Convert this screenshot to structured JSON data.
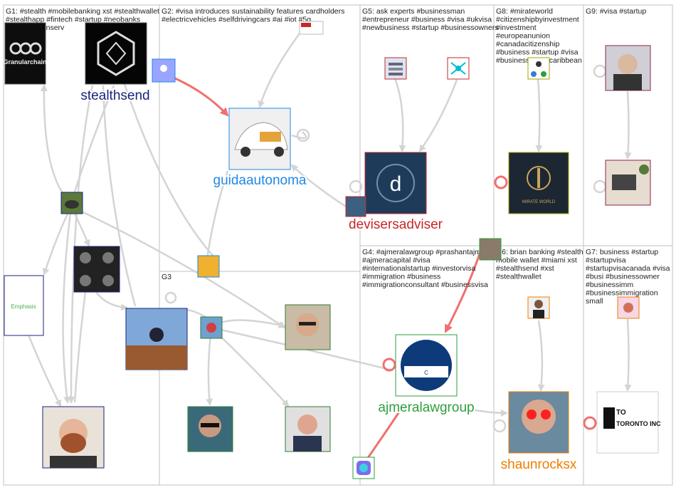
{
  "groups": [
    {
      "id": "G1",
      "lines": [
        "G1: #stealth #mobilebanking xst #stealthwallet",
        "#stealthapp #fintech #startup #neobanks",
        "#banking #finserv"
      ]
    },
    {
      "id": "G2",
      "lines": [
        "G2: #visa introduces sustainability features cardholders",
        "#electricvehicles #selfdrivingcars #ai #iot #5g"
      ]
    },
    {
      "id": "G5",
      "lines": [
        "G5: ask experts #businessman",
        "#entrepreneur #business #visa #ukvisa",
        "#newbusiness #startup #businessowners"
      ]
    },
    {
      "id": "G8",
      "lines": [
        "G8: #mirateworld",
        "#citizenshipbyinvestment",
        "#investment",
        "#europeanunion",
        "#canadacitizenship",
        "#business #startup #visa",
        "#businessvisa #caribbean"
      ]
    },
    {
      "id": "G9",
      "lines": [
        "G9: #visa #startup"
      ]
    },
    {
      "id": "G3",
      "lines": [
        "G3"
      ]
    },
    {
      "id": "G4",
      "lines": [
        "G4: #ajmeralawgroup #prashantajmera",
        "#ajmeracapital #visa",
        "#internationalstartup #investorvisa",
        "#immigration #business",
        "#immigrationconsultant #businessvisa"
      ]
    },
    {
      "id": "G6",
      "lines": [
        "G6: brian banking #stealth",
        "mobile wallet #miami xst",
        "#stealthsend #xst",
        "#stealthwallet"
      ]
    },
    {
      "id": "G7",
      "lines": [
        "G7: business #startup",
        "#startupvisa",
        "#startupvisacanada #visa",
        "#busi #businessowner",
        "#businessimm",
        "#businessimmigration",
        "small"
      ]
    }
  ],
  "node_labels": {
    "stealthsend": "stealthsend",
    "guidaautonoma": "guidaautonoma",
    "devisersadviser": "devisersadviser",
    "ajmeralawgroup": "ajmeralawgroup",
    "shaunrocksx": "shaunrocksx"
  },
  "logo_text": {
    "granularchain": "Granularchain",
    "emphasis": "Emphasis",
    "toronto": "TORONTO INC",
    "toronto_to": "TO",
    "mirate": "MIRATE WORLD"
  },
  "colors": {
    "edge_gray": "#d4d4d4",
    "edge_red": "#f07070",
    "stealthsend": "#1a237e",
    "guidaautonoma": "#1e88e5",
    "devisersadviser": "#c62828",
    "ajmeralawgroup": "#2e9e3e",
    "shaunrocksx": "#ef7d00"
  }
}
